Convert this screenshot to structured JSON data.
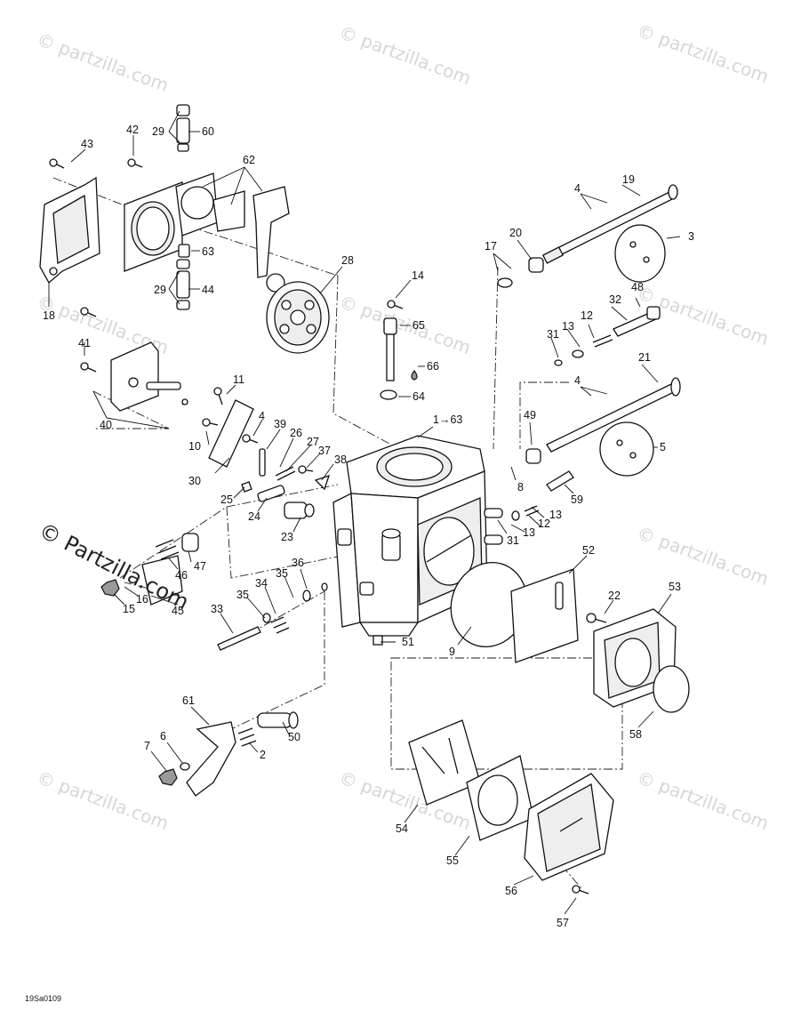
{
  "diagram": {
    "watermark_text": "© Partzilla.com",
    "watermark_small": "© partzilla.com",
    "diagram_code": "19Sa0109",
    "callouts": {
      "c43": "43",
      "c42": "42",
      "c29a": "29",
      "c60": "60",
      "c62": "62",
      "c63a": "63",
      "c29b": "29",
      "c44": "44",
      "c18": "18",
      "c28": "28",
      "c41": "41",
      "c40": "40",
      "c14": "14",
      "c65": "65",
      "c66": "66",
      "c64": "64",
      "c1_63": "1→63",
      "c19": "19",
      "c4a": "4",
      "c3": "3",
      "c17": "17",
      "c20": "20",
      "c48": "48",
      "c32": "32",
      "c12a": "12",
      "c13a": "13",
      "c31a": "31",
      "c21": "21",
      "c4b": "4",
      "c5": "5",
      "c49": "49",
      "c8": "8",
      "c59": "59",
      "c13b": "13",
      "c12b": "12",
      "c13c": "13",
      "c31b": "31",
      "c11": "11",
      "c4c": "4",
      "c39": "39",
      "c26": "26",
      "c27": "27",
      "c37": "37",
      "c38": "38",
      "c10": "10",
      "c30": "30",
      "c25": "25",
      "c24": "24",
      "c23": "23",
      "c46": "46",
      "c47": "47",
      "c16": "16",
      "c15": "15",
      "c45": "45",
      "c36": "36",
      "c35a": "35",
      "c34": "34",
      "c35b": "35",
      "c33": "33",
      "c52": "52",
      "c22": "22",
      "c53": "53",
      "c51": "51",
      "c9": "9",
      "c58": "58",
      "c61": "61",
      "c6": "6",
      "c7": "7",
      "c2": "2",
      "c50": "50",
      "c54": "54",
      "c55": "55",
      "c56": "56",
      "c57": "57"
    }
  }
}
